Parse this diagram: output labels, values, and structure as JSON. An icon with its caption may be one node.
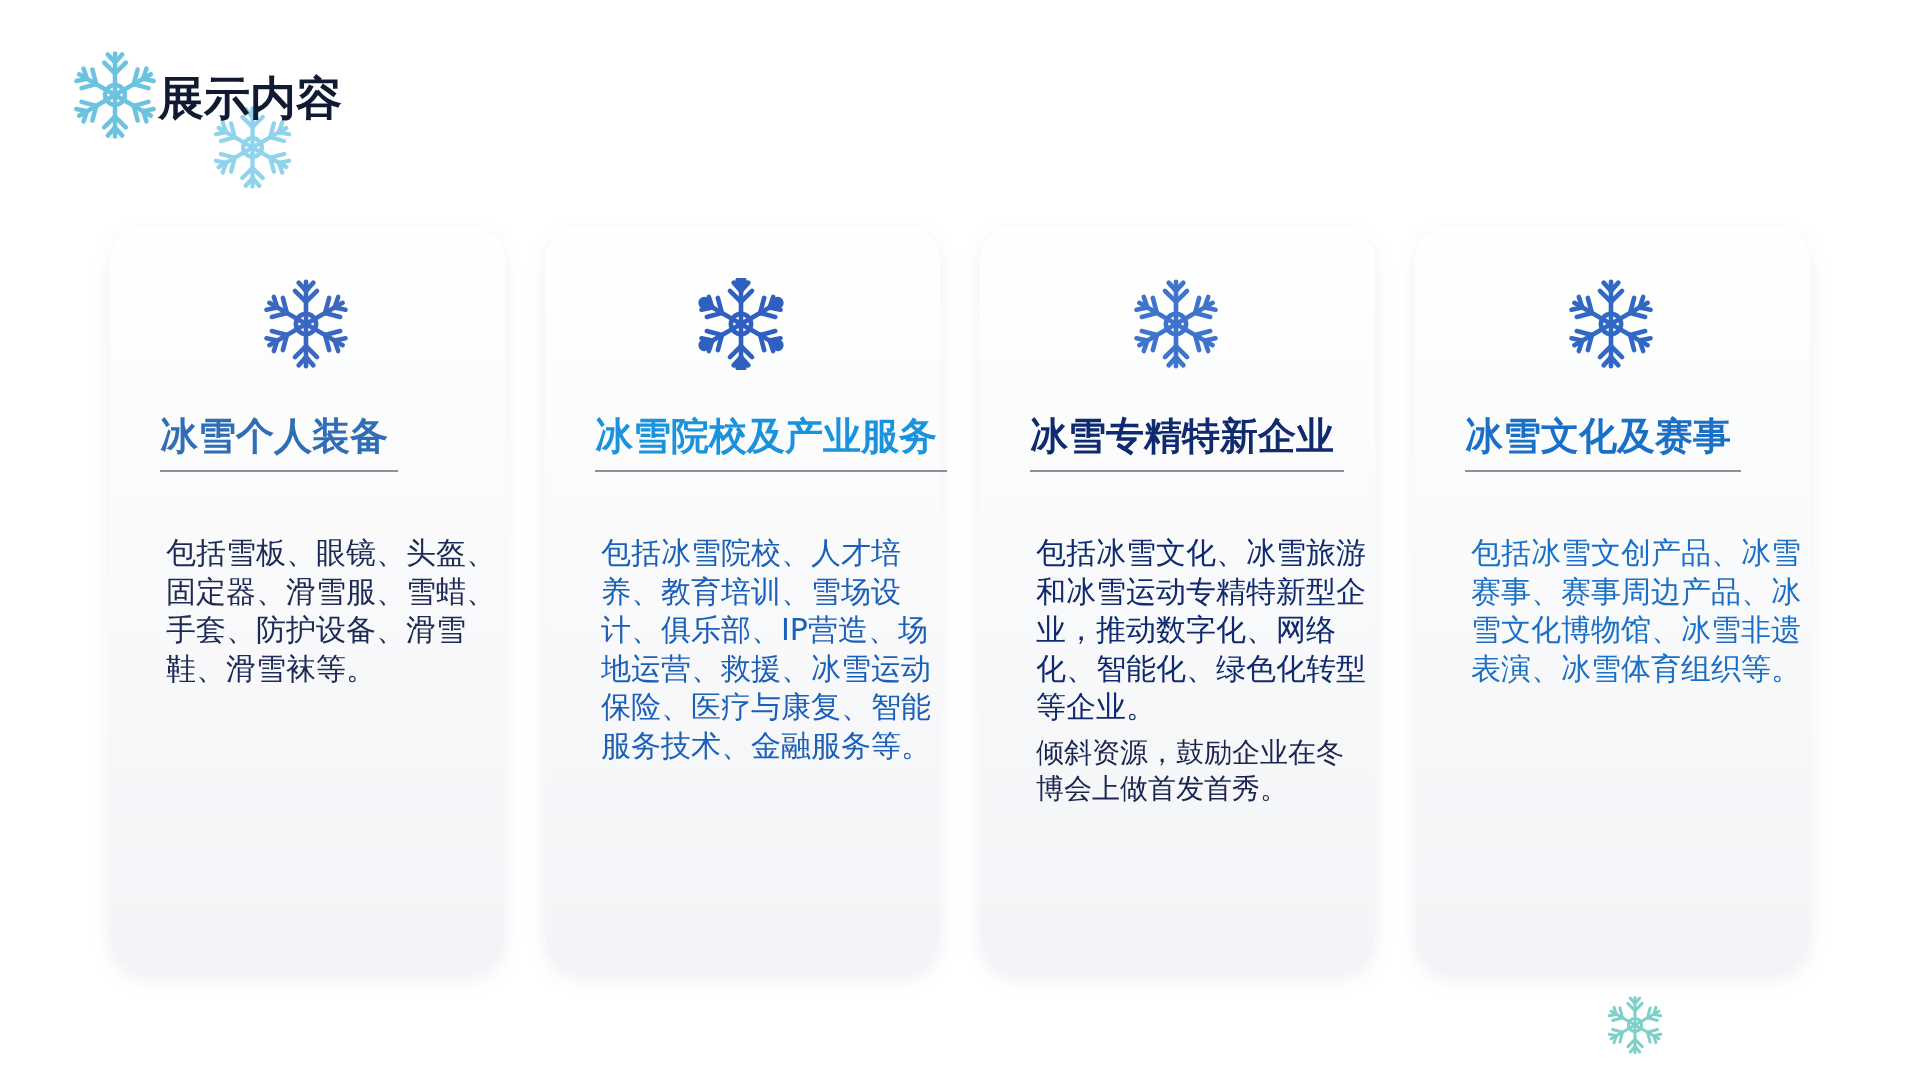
{
  "diagram": {
    "title": "展示内容",
    "nodes": [
      {
        "text": [
          "冰雪个人装备",
          "包括雪板、眼镜、头盔、固定器、滑雪服、雪蜡、手套、防护设备、滑雪鞋、滑雪袜等。"
        ]
      },
      {
        "text": [
          "冰雪院校及产业服务",
          "包括冰雪院校、人才培养、教育培训、雪场设计、俱乐部、IP营造、场地运营、救援、冰雪运动保险、医疗与康复、智能服务技术、金融服务等。"
        ]
      },
      {
        "text": [
          "冰雪专精特新企业",
          "包括冰雪文化、冰雪旅游和冰雪运动专精特新型企业，推动数字化、网络化、智能化、绿色化转型等企业。",
          "倾斜资源，鼓励企业在冬博会上做首发首秀。"
        ]
      },
      {
        "text": [
          "冰雪文化及赛事",
          "包括冰雪文创产品、冰雪赛事、赛事周边产品、冰雪文化博物馆、冰雪非遗表演、冰雪体育组织等。"
        ]
      }
    ],
    "edges": []
  }
}
